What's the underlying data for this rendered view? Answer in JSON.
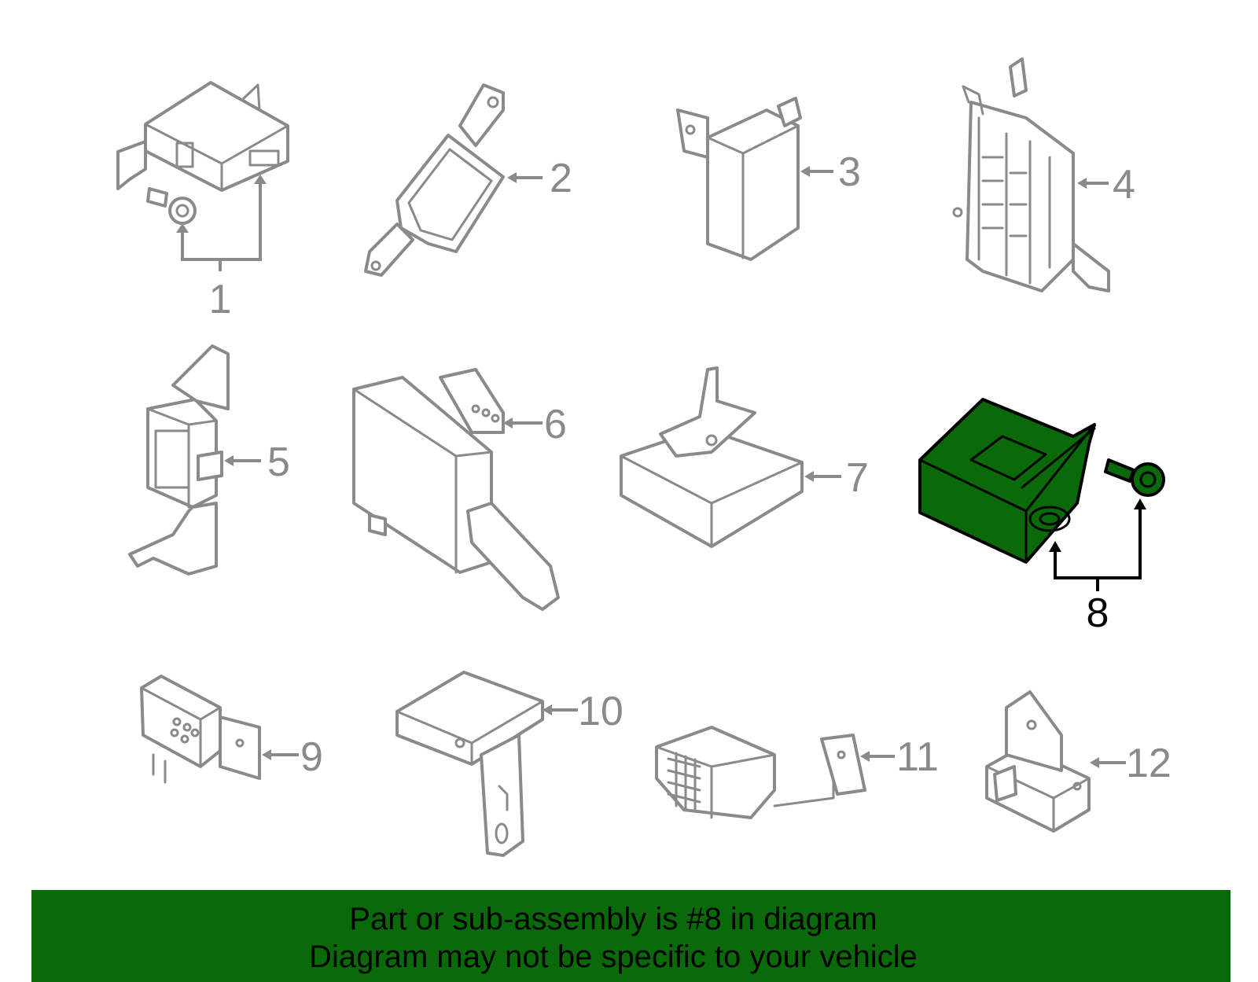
{
  "callouts": [
    {
      "id": 1,
      "label": "1"
    },
    {
      "id": 2,
      "label": "2"
    },
    {
      "id": 3,
      "label": "3"
    },
    {
      "id": 4,
      "label": "4"
    },
    {
      "id": 5,
      "label": "5"
    },
    {
      "id": 6,
      "label": "6"
    },
    {
      "id": 7,
      "label": "7"
    },
    {
      "id": 8,
      "label": "8"
    },
    {
      "id": 9,
      "label": "9"
    },
    {
      "id": 10,
      "label": "10"
    },
    {
      "id": 11,
      "label": "11"
    },
    {
      "id": 12,
      "label": "12"
    }
  ],
  "highlighted_part": 8,
  "colors": {
    "highlight": "#0a6a0a",
    "part_outline": "#8a8a8a",
    "highlight_outline": "#000000",
    "banner": "#0a6a0a"
  },
  "banner": {
    "line1": "Part or sub-assembly is #8 in diagram",
    "line2": "Diagram may not be specific to your vehicle"
  }
}
